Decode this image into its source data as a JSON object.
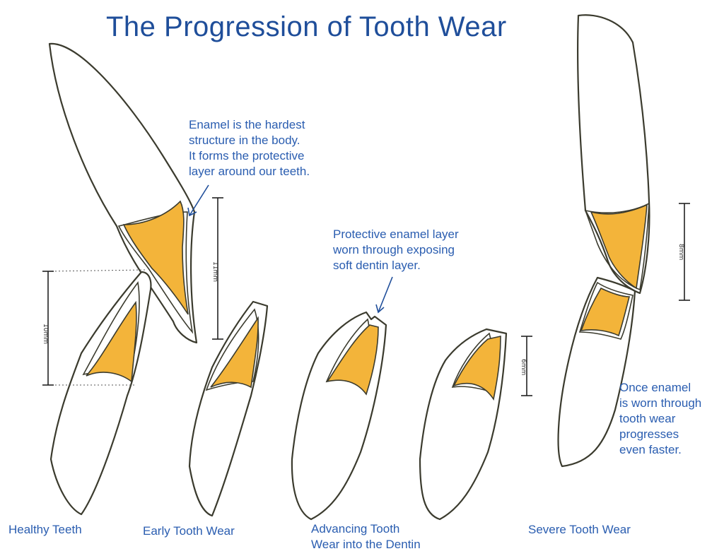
{
  "title": "The Progression of Tooth Wear",
  "annotations": {
    "enamel_note": [
      "Enamel is the hardest",
      "structure in the body.",
      "It forms the protective",
      "layer around our teeth."
    ],
    "dentin_note": [
      "Protective enamel layer",
      "worn through exposing",
      "soft dentin layer."
    ],
    "faster_note": [
      "Once enamel",
      "is worn through",
      "tooth wear",
      "progresses",
      "even faster."
    ]
  },
  "stages": [
    {
      "label": "Healthy Teeth"
    },
    {
      "label": "Early Tooth Wear"
    },
    {
      "label_lines": [
        "Advancing Tooth",
        "Wear into the Dentin"
      ]
    },
    {
      "label": "Severe Tooth Wear"
    }
  ],
  "measurements": {
    "upper_healthy": "11mm",
    "lower_healthy": "10mm",
    "advancing": "6mm",
    "severe": "8mm"
  },
  "colors": {
    "title": "#1f4e9a",
    "text": "#2a5db0",
    "dentin": "#f3b43a",
    "outline": "#3b3b2e"
  }
}
